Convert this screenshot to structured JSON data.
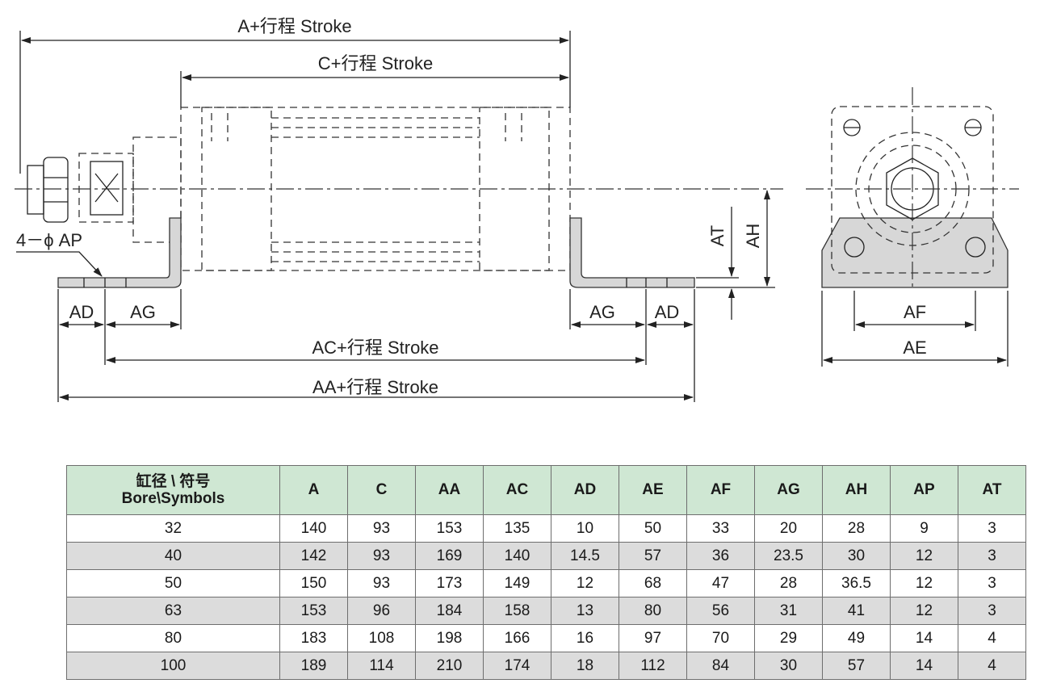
{
  "drawing": {
    "dims": {
      "a_stroke": "A+行程 Stroke",
      "c_stroke": "C+行程 Stroke",
      "ac_stroke": "AC+行程 Stroke",
      "aa_stroke": "AA+行程 Stroke",
      "hole": "4－ϕ AP",
      "ad_left": "AD",
      "ag_left": "AG",
      "ag_right": "AG",
      "ad_right": "AD",
      "at": "AT",
      "ah": "AH",
      "af": "AF",
      "ae": "AE"
    }
  },
  "table": {
    "header_cn": "缸径 \\ 符号",
    "header_en": "Bore\\Symbols",
    "columns": [
      "A",
      "C",
      "AA",
      "AC",
      "AD",
      "AE",
      "AF",
      "AG",
      "AH",
      "AP",
      "AT"
    ],
    "rows": [
      [
        "32",
        "140",
        "93",
        "153",
        "135",
        "10",
        "50",
        "33",
        "20",
        "28",
        "9",
        "3"
      ],
      [
        "40",
        "142",
        "93",
        "169",
        "140",
        "14.5",
        "57",
        "36",
        "23.5",
        "30",
        "12",
        "3"
      ],
      [
        "50",
        "150",
        "93",
        "173",
        "149",
        "12",
        "68",
        "47",
        "28",
        "36.5",
        "12",
        "3"
      ],
      [
        "63",
        "153",
        "96",
        "184",
        "158",
        "13",
        "80",
        "56",
        "31",
        "41",
        "12",
        "3"
      ],
      [
        "80",
        "183",
        "108",
        "198",
        "166",
        "16",
        "97",
        "70",
        "29",
        "49",
        "14",
        "4"
      ],
      [
        "100",
        "189",
        "114",
        "210",
        "174",
        "18",
        "112",
        "84",
        "30",
        "57",
        "14",
        "4"
      ]
    ],
    "header_bg": "#cfe7d3",
    "stripe_bg": "#dcdcdc"
  }
}
